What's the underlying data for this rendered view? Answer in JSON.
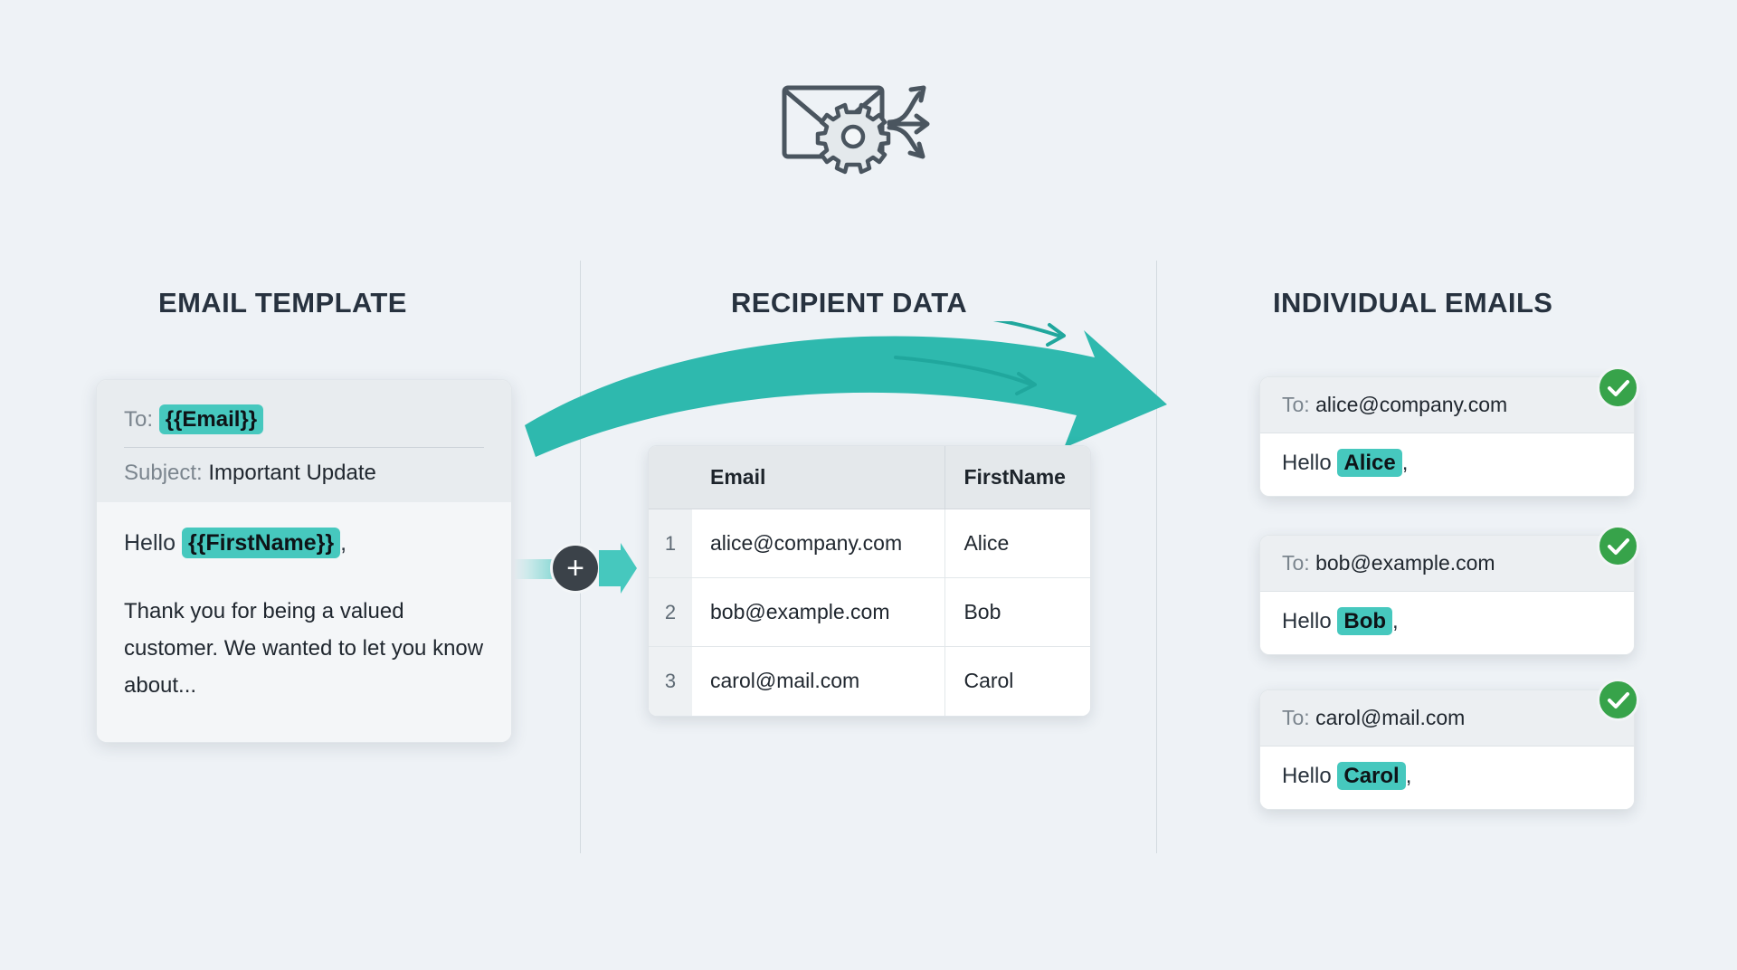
{
  "header": {
    "icon": "envelope-gear-mailmerge-icon"
  },
  "columns": {
    "template_heading": "EMAIL TEMPLATE",
    "recipient_heading": "RECIPIENT DATA",
    "emails_heading": "INDIVIDUAL EMAILS"
  },
  "template": {
    "to_label": "To:",
    "to_token": "{{Email}}",
    "subject_label": "Subject:",
    "subject_value": "Important Update",
    "greeting_prefix": "Hello",
    "greeting_token": "{{FirstName}}",
    "greeting_suffix": ",",
    "body_paragraph": "Thank you for being a valued customer. We wanted to let you know about..."
  },
  "connector": {
    "plus_label": "+"
  },
  "recipient_table": {
    "columns": [
      "",
      "Email",
      "FirstName"
    ],
    "rows": [
      {
        "index": "1",
        "email": "alice@company.com",
        "first_name": "Alice"
      },
      {
        "index": "2",
        "email": "bob@example.com",
        "first_name": "Bob"
      },
      {
        "index": "3",
        "email": "carol@mail.com",
        "first_name": "Carol"
      }
    ]
  },
  "emails": [
    {
      "to_label": "To:",
      "to_value": "alice@company.com",
      "greeting_prefix": "Hello",
      "name": "Alice",
      "greeting_suffix": ",",
      "status_icon": "check-circle-icon"
    },
    {
      "to_label": "To:",
      "to_value": "bob@example.com",
      "greeting_prefix": "Hello",
      "name": "Bob",
      "greeting_suffix": ",",
      "status_icon": "check-circle-icon"
    },
    {
      "to_label": "To:",
      "to_value": "carol@mail.com",
      "greeting_prefix": "Hello",
      "name": "Carol",
      "greeting_suffix": ",",
      "status_icon": "check-circle-icon"
    }
  ],
  "colors": {
    "background": "#eef2f6",
    "accent_teal": "#2eb9ae",
    "token_highlight": "#46c8be",
    "success_green": "#37a34a",
    "heading_text": "#27323f",
    "muted_text": "#7b858e"
  }
}
